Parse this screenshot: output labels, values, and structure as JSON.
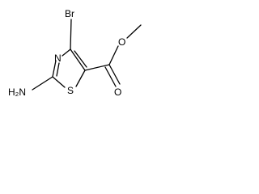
{
  "molecule": {
    "atoms": {
      "bromine": "Br",
      "ring_nitrogen": "N",
      "ring_sulfur": "S",
      "amino_group": "H₂N",
      "carbonyl_oxygen": "O",
      "ester_oxygen": "O"
    },
    "colors": {
      "bond": "#000000",
      "label": "#000000",
      "background": "#ffffff"
    }
  }
}
